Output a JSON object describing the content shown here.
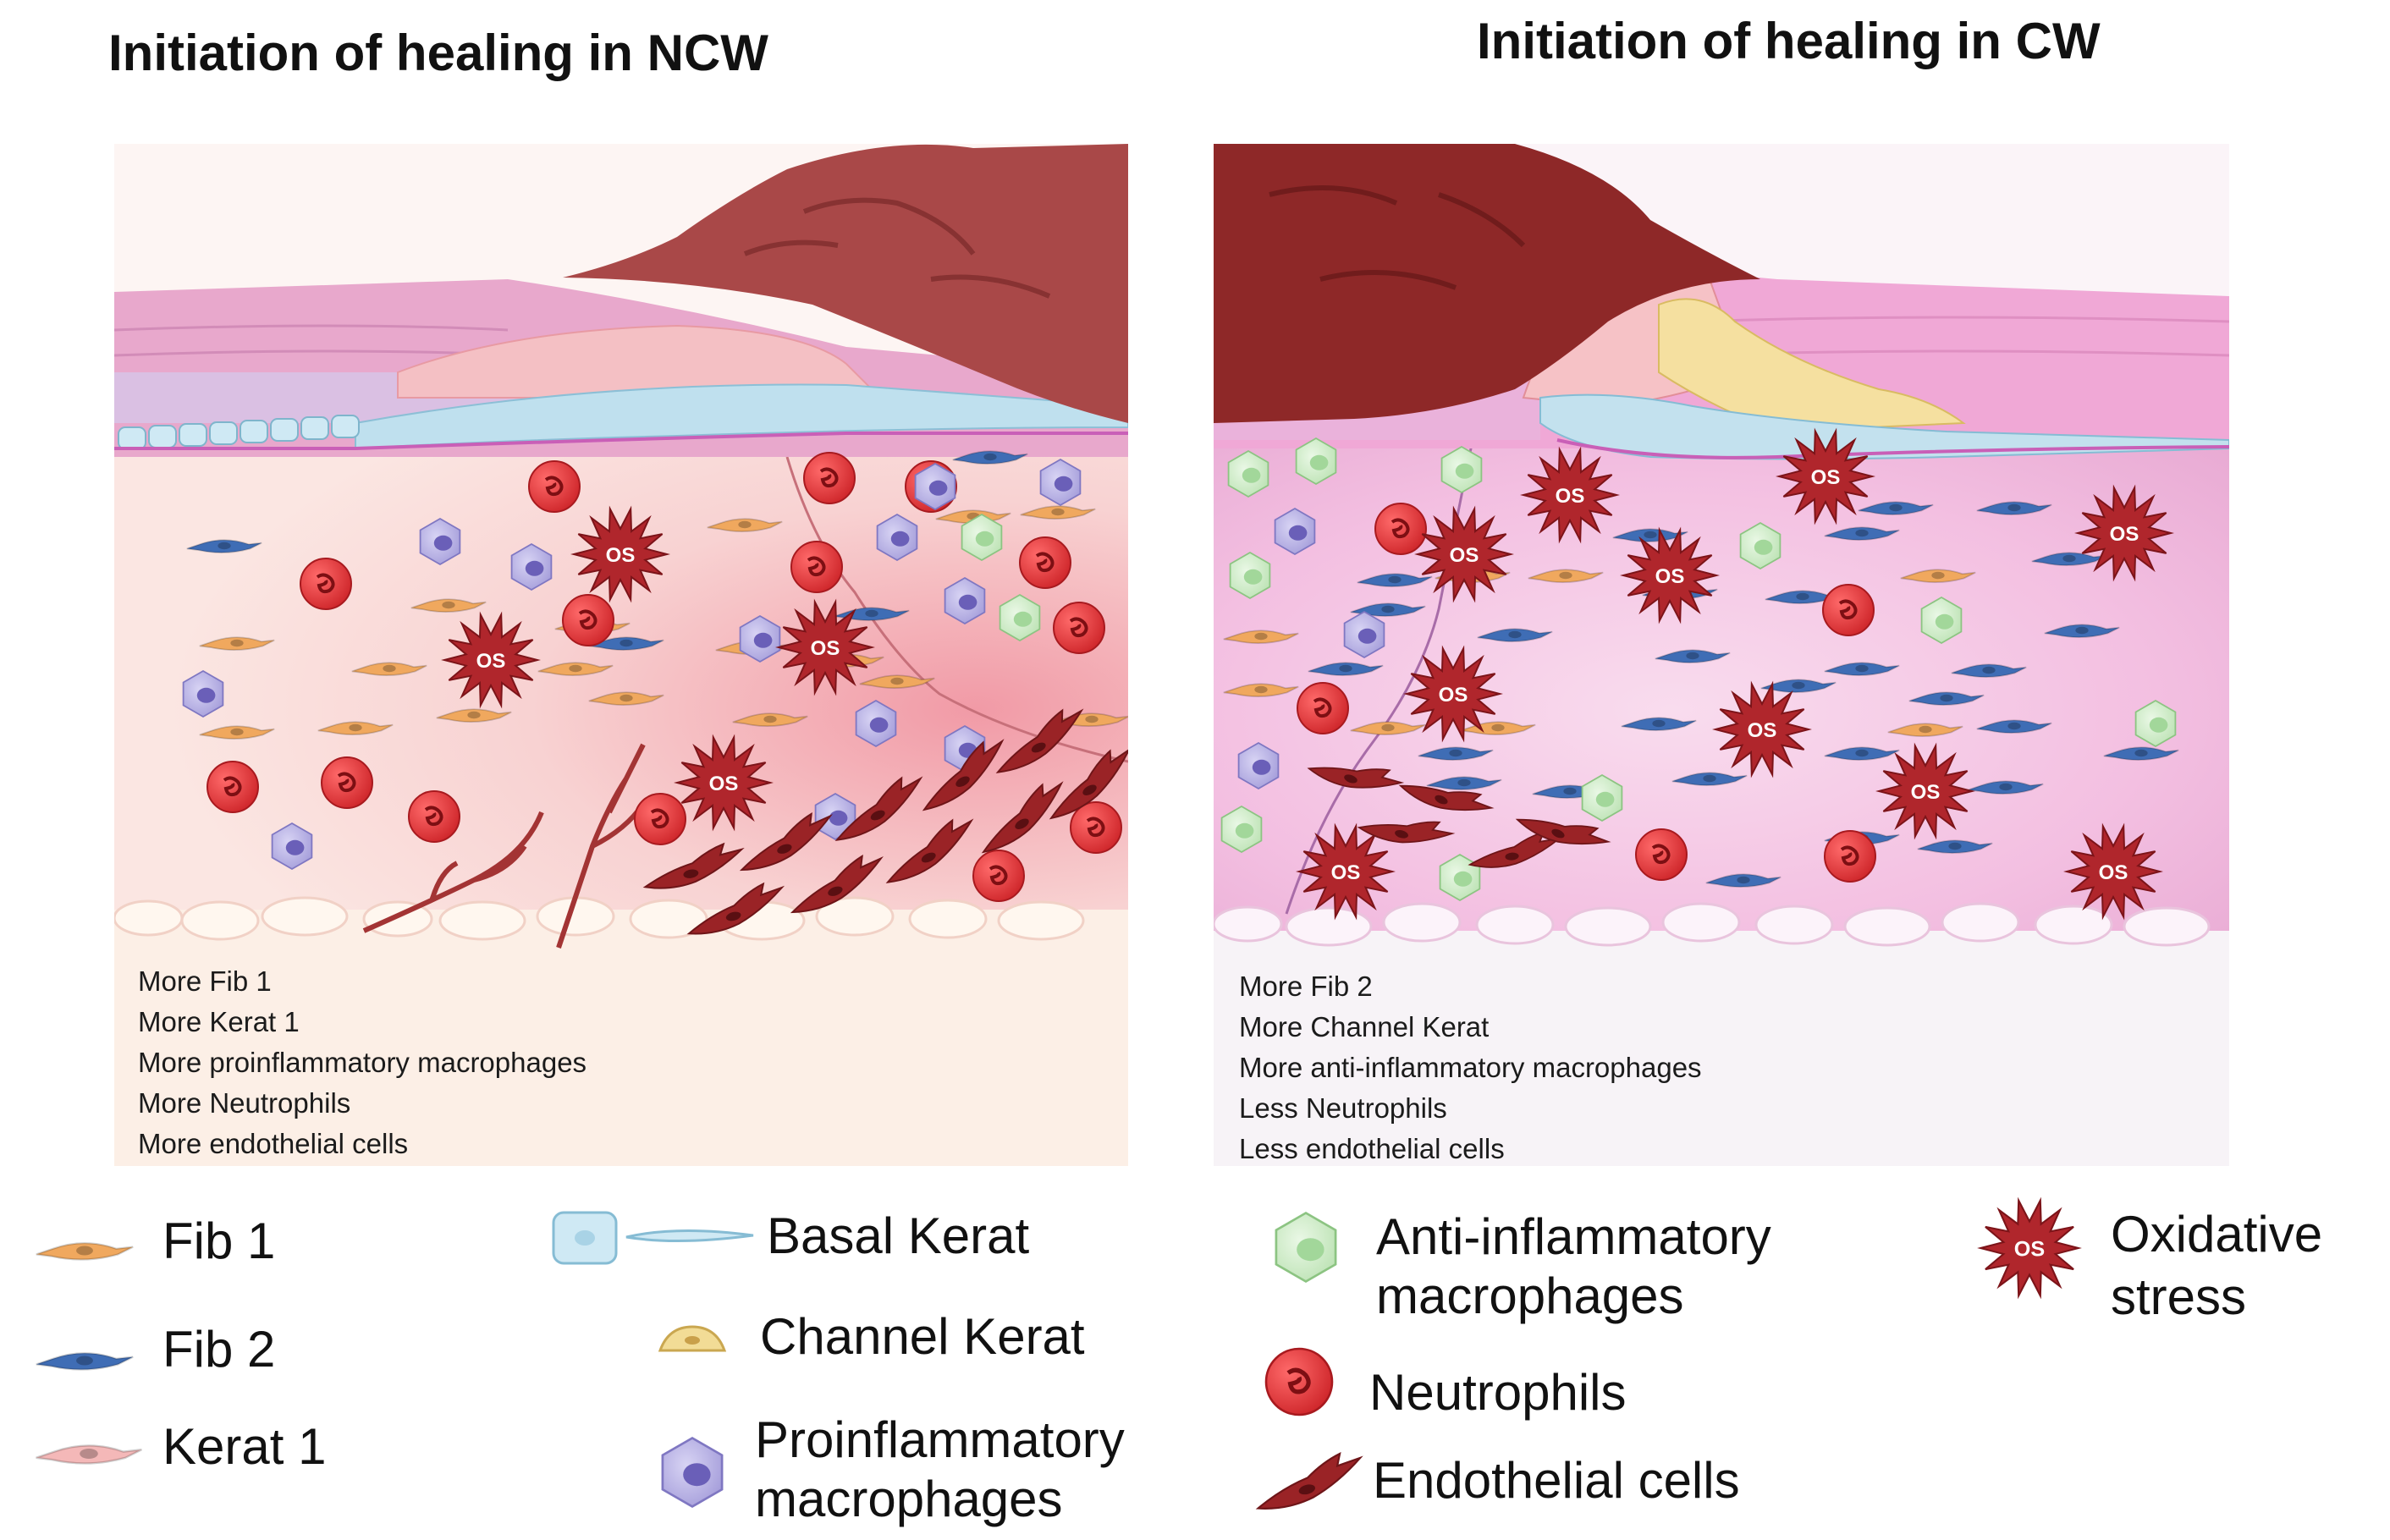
{
  "panels": {
    "left": {
      "title": "Initiation of healing in NCW",
      "summary": [
        "More Fib 1",
        "More Kerat 1",
        "More proinflammatory  macrophages",
        "More Neutrophils",
        "More endothelial cells"
      ]
    },
    "right": {
      "title": "Initiation of healing in CW",
      "summary": [
        "More Fib 2",
        "More Channel Kerat",
        "More anti-inflammatory  macrophages",
        "Less Neutrophils",
        "Less endothelial cells"
      ]
    }
  },
  "os_label": "OS",
  "legend": {
    "fib1": "Fib 1",
    "fib2": "Fib 2",
    "kerat1": "Kerat 1",
    "basal": "Basal Kerat",
    "channel": "Channel Kerat",
    "proinf_1": "Proinflammatory",
    "proinf_2": "macrophages",
    "antiinf_1": "Anti-inflammatory",
    "antiinf_2": "macrophages",
    "neutrophils": "Neutrophils",
    "endothelial": "Endothelial cells",
    "os_1": "Oxidative",
    "os_2": "stress"
  },
  "colors": {
    "fib1": "#f0a85e",
    "fib2": "#3f6db5",
    "kerat1": "#f4b8b8",
    "basal": "#b9dcea",
    "channel": "#f2dc96",
    "proinf": "#a9a3dc",
    "antiinf": "#c9e8c2",
    "neutrophil": "#e02a2e",
    "endothelial": "#9a2326",
    "os": "#b0262c",
    "scab": "#9e3f3f"
  }
}
